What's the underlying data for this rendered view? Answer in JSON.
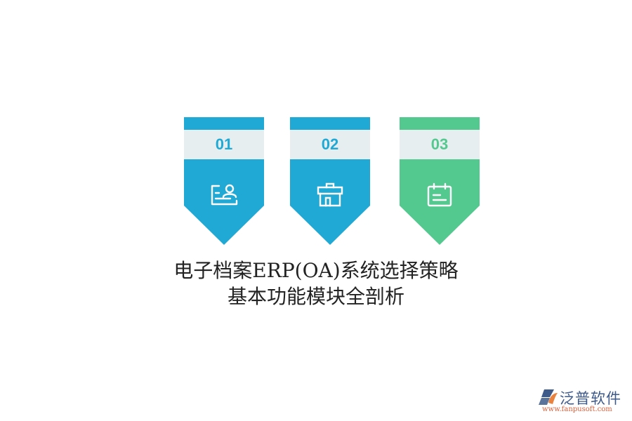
{
  "colors": {
    "blue": "#1fa9d4",
    "green": "#53c98f",
    "band_gray": "#e7eeef",
    "icon_stroke": "#ffffff"
  },
  "cards": [
    {
      "number": "01",
      "color": "#1fa9d4",
      "icon": "id-card-user-icon"
    },
    {
      "number": "02",
      "color": "#1fa9d4",
      "icon": "gift-box-icon"
    },
    {
      "number": "03",
      "color": "#53c98f",
      "icon": "calendar-note-icon"
    }
  ],
  "title": {
    "line1": "电子档案ERP(OA)系统选择策略",
    "line2": "基本功能模块全剖析"
  },
  "logo": {
    "name": "泛普软件",
    "url": "www.fanpusoft.com"
  }
}
